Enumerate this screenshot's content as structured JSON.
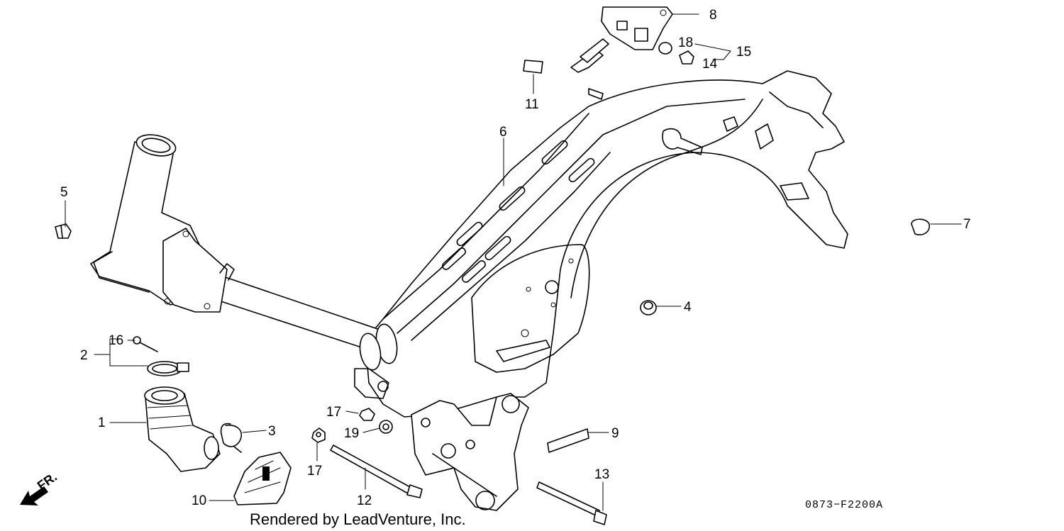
{
  "callouts": {
    "c1": "1",
    "c2": "2",
    "c3": "3",
    "c4": "4",
    "c5": "5",
    "c6": "6",
    "c7": "7",
    "c8": "8",
    "c9": "9",
    "c10": "10",
    "c11": "11",
    "c12": "12",
    "c13": "13",
    "c14": "14",
    "c15": "15",
    "c16": "16",
    "c17a": "17",
    "c17b": "17",
    "c18": "18",
    "c19": "19"
  },
  "diagram_code": "0873−F2200A",
  "credit": "Rendered by LeadVenture, Inc.",
  "direction_label": "FR."
}
